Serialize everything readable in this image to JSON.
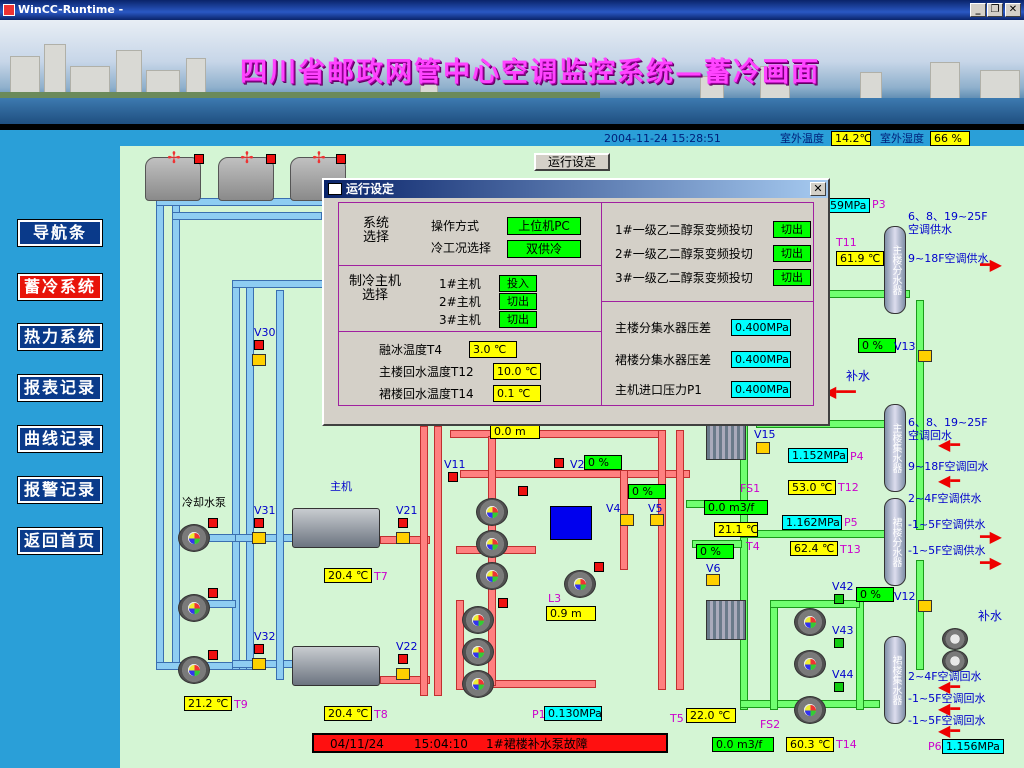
{
  "window": {
    "title": "WinCC-Runtime -",
    "controls": [
      "_",
      "❐",
      "✕"
    ]
  },
  "banner": {
    "title": "四川省邮政网管中心空调监控系统—蓄冷画面"
  },
  "header": {
    "datetime": "2004-11-24 15:28:51",
    "outdoor_temp_label": "室外温度",
    "outdoor_temp_value": "14.2℃",
    "outdoor_hum_label": "室外湿度",
    "outdoor_hum_value": "66  %"
  },
  "nav": {
    "items": [
      {
        "label": "导航条",
        "active": false
      },
      {
        "label": "蓄冷系统",
        "active": true
      },
      {
        "label": "热力系统",
        "active": false
      },
      {
        "label": "报表记录",
        "active": false
      },
      {
        "label": "曲线记录",
        "active": false
      },
      {
        "label": "报警记录",
        "active": false
      },
      {
        "label": "返回首页",
        "active": false
      }
    ]
  },
  "run_settings_button": "运行设定",
  "dialog": {
    "title": "运行设定",
    "system_select_label": "系统\n选择",
    "operation_mode_label": "操作方式",
    "operation_mode_value": "上位机PC",
    "chiller_mode_label": "冷工况选择",
    "chiller_mode_value": "双供冷",
    "main_unit_label": "制冷主机\n选择",
    "units": [
      {
        "label": "1#主机",
        "value": "投入"
      },
      {
        "label": "2#主机",
        "value": "切出"
      },
      {
        "label": "3#主机",
        "value": "切出"
      }
    ],
    "vfd": [
      {
        "label": "1#一级乙二醇泵变频投切",
        "value": "切出"
      },
      {
        "label": "2#一级乙二醇泵变频投切",
        "value": "切出"
      },
      {
        "label": "3#一级乙二醇泵变频投切",
        "value": "切出"
      }
    ],
    "temps": [
      {
        "label": "融冰温度T4",
        "value": "3.0  ℃"
      },
      {
        "label": "主楼回水温度T12",
        "value": "10.0  ℃"
      },
      {
        "label": "裙楼回水温度T14",
        "value": "0.1   ℃"
      }
    ],
    "pressures": [
      {
        "label": "主楼分集水器压差",
        "value": "0.400MPa"
      },
      {
        "label": "裙楼分集水器压差",
        "value": "0.400MPa"
      },
      {
        "label": "主机进口压力P1",
        "value": "0.400MPa"
      }
    ]
  },
  "diagram": {
    "cooling_pump_label": "冷却水泵",
    "chiller_label": "主机",
    "tanks": [
      "主楼分水器",
      "主楼集水器",
      "裙楼分水器",
      "裙楼集水器"
    ],
    "readings": {
      "T7": "20.4  ℃",
      "T8": "20.4  ℃",
      "T9": "21.2  ℃",
      "L3": "0.9     m",
      "P1": "0.130MPa",
      "T5": "22.0  ℃",
      "V2": "0    %",
      "V4": "0    %",
      "T11": "61.9  ℃",
      "P3": "59MPa",
      "V13": "0    %",
      "P4": "1.152MPa",
      "T12": "53.0  ℃",
      "FS1": "0.0    m3/f",
      "T_mid": "21.1  ℃",
      "P5": "1.162MPa",
      "T13": "62.4  ℃",
      "T4v": "0    %",
      "V12": "0    %",
      "FS2": "0.0    m3/f",
      "T14": "60.3  ℃",
      "P6": "1.156MPa",
      "V_mid": "0.0    m"
    },
    "labels": {
      "v30": "V30",
      "v31": "V31",
      "v32": "V32",
      "v21": "V21",
      "v22": "V22",
      "v11": "V11",
      "v2": "V2",
      "v4": "V4",
      "v5": "V5",
      "v6": "V6",
      "v15": "V15",
      "v13": "V13",
      "v12": "V12",
      "v42": "V42",
      "v43": "V43",
      "v44": "V44",
      "t7": "T7",
      "t8": "T8",
      "t9": "T9",
      "t5": "T5",
      "t4": "T4",
      "t11": "T11",
      "t12": "T12",
      "t13": "T13",
      "t14": "T14",
      "l3": "L3",
      "p1": "P1",
      "p3": "P3",
      "p4": "P4",
      "p5": "P5",
      "p6": "P6",
      "fs1": "FS1",
      "fs2": "FS2",
      "makeup1": "补水",
      "makeup2": "补水",
      "r1": "6、8、19~25F\n空调供水",
      "r2": "9~18F空调供水",
      "r3": "6、8、19~25F\n空调回水",
      "r4": "9~18F空调回水",
      "r5": "2~4F空调供水",
      "r6": "-1~5F空调供水",
      "r7": "-1~5F空调供水",
      "r8": "2~4F空调回水",
      "r9": "-1~5F空调回水",
      "r10": "-1~5F空调回水"
    }
  },
  "alarm": {
    "date": "04/11/24",
    "time": "15:04:10",
    "message": "1#裙楼补水泵故障"
  }
}
